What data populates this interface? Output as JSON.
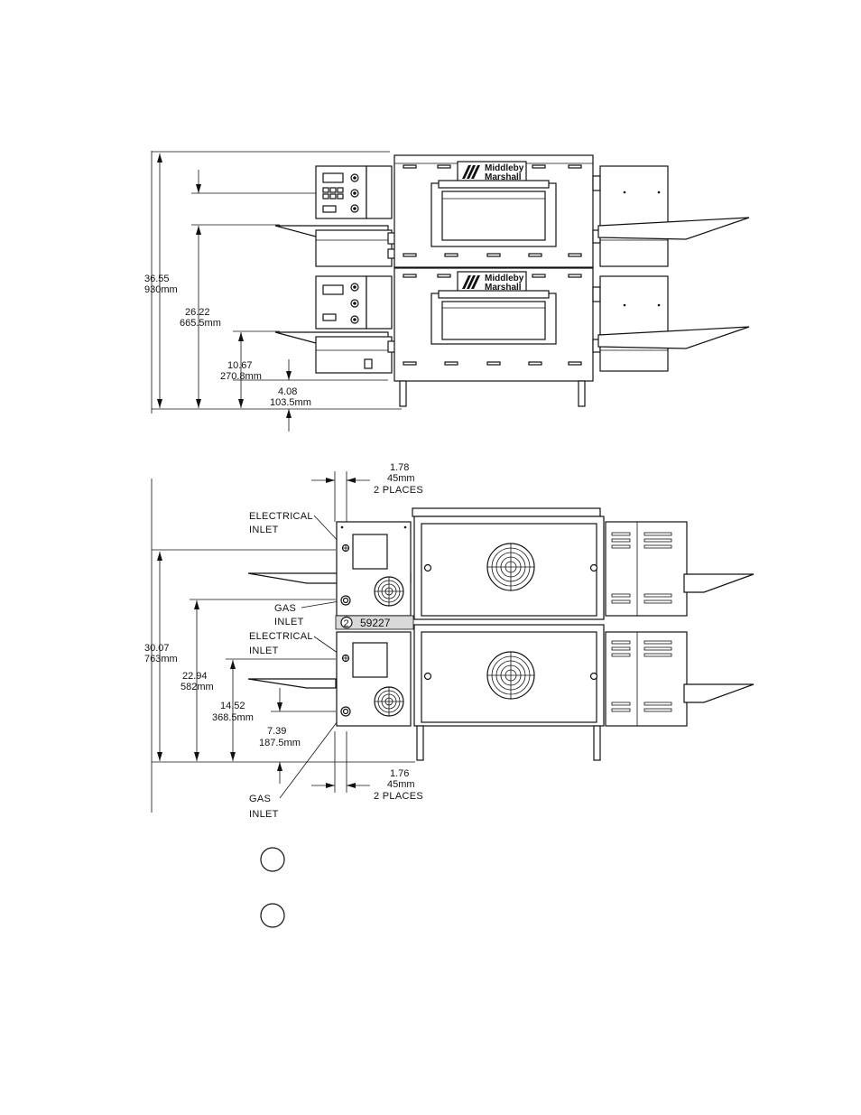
{
  "front_view": {
    "brand_line1": "Middleby",
    "brand_line2": "Marshall",
    "dims": {
      "overall_in": "36.55",
      "overall_mm": "930mm",
      "second_in": "26.22",
      "second_mm": "665.5mm",
      "third_in": "10.67",
      "third_mm": "270.8mm",
      "leg_in": "4.08",
      "leg_mm": "103.5mm"
    }
  },
  "rear_view": {
    "top_dim": {
      "in": "1.78",
      "mm": "45mm",
      "note": "2 PLACES"
    },
    "bottom_dim": {
      "in": "1.76",
      "mm": "45mm",
      "note": "2 PLACES"
    },
    "labels": {
      "elec1_a": "ELECTRICAL",
      "elec1_b": "INLET",
      "gas1_a": "GAS",
      "gas1_b": "INLET",
      "elec2_a": "ELECTRICAL",
      "elec2_b": "INLET",
      "gas2_a": "GAS",
      "gas2_b": "INLET"
    },
    "part_tag": {
      "num": "2",
      "text": "59227"
    },
    "dims": {
      "overall_in": "30.07",
      "overall_mm": "763mm",
      "second_in": "22.94",
      "second_mm": "582mm",
      "third_in": "14.52",
      "third_mm": "368.5mm",
      "fourth_in": "7.39",
      "fourth_mm": "187.5mm"
    }
  },
  "legend_circles": 2
}
